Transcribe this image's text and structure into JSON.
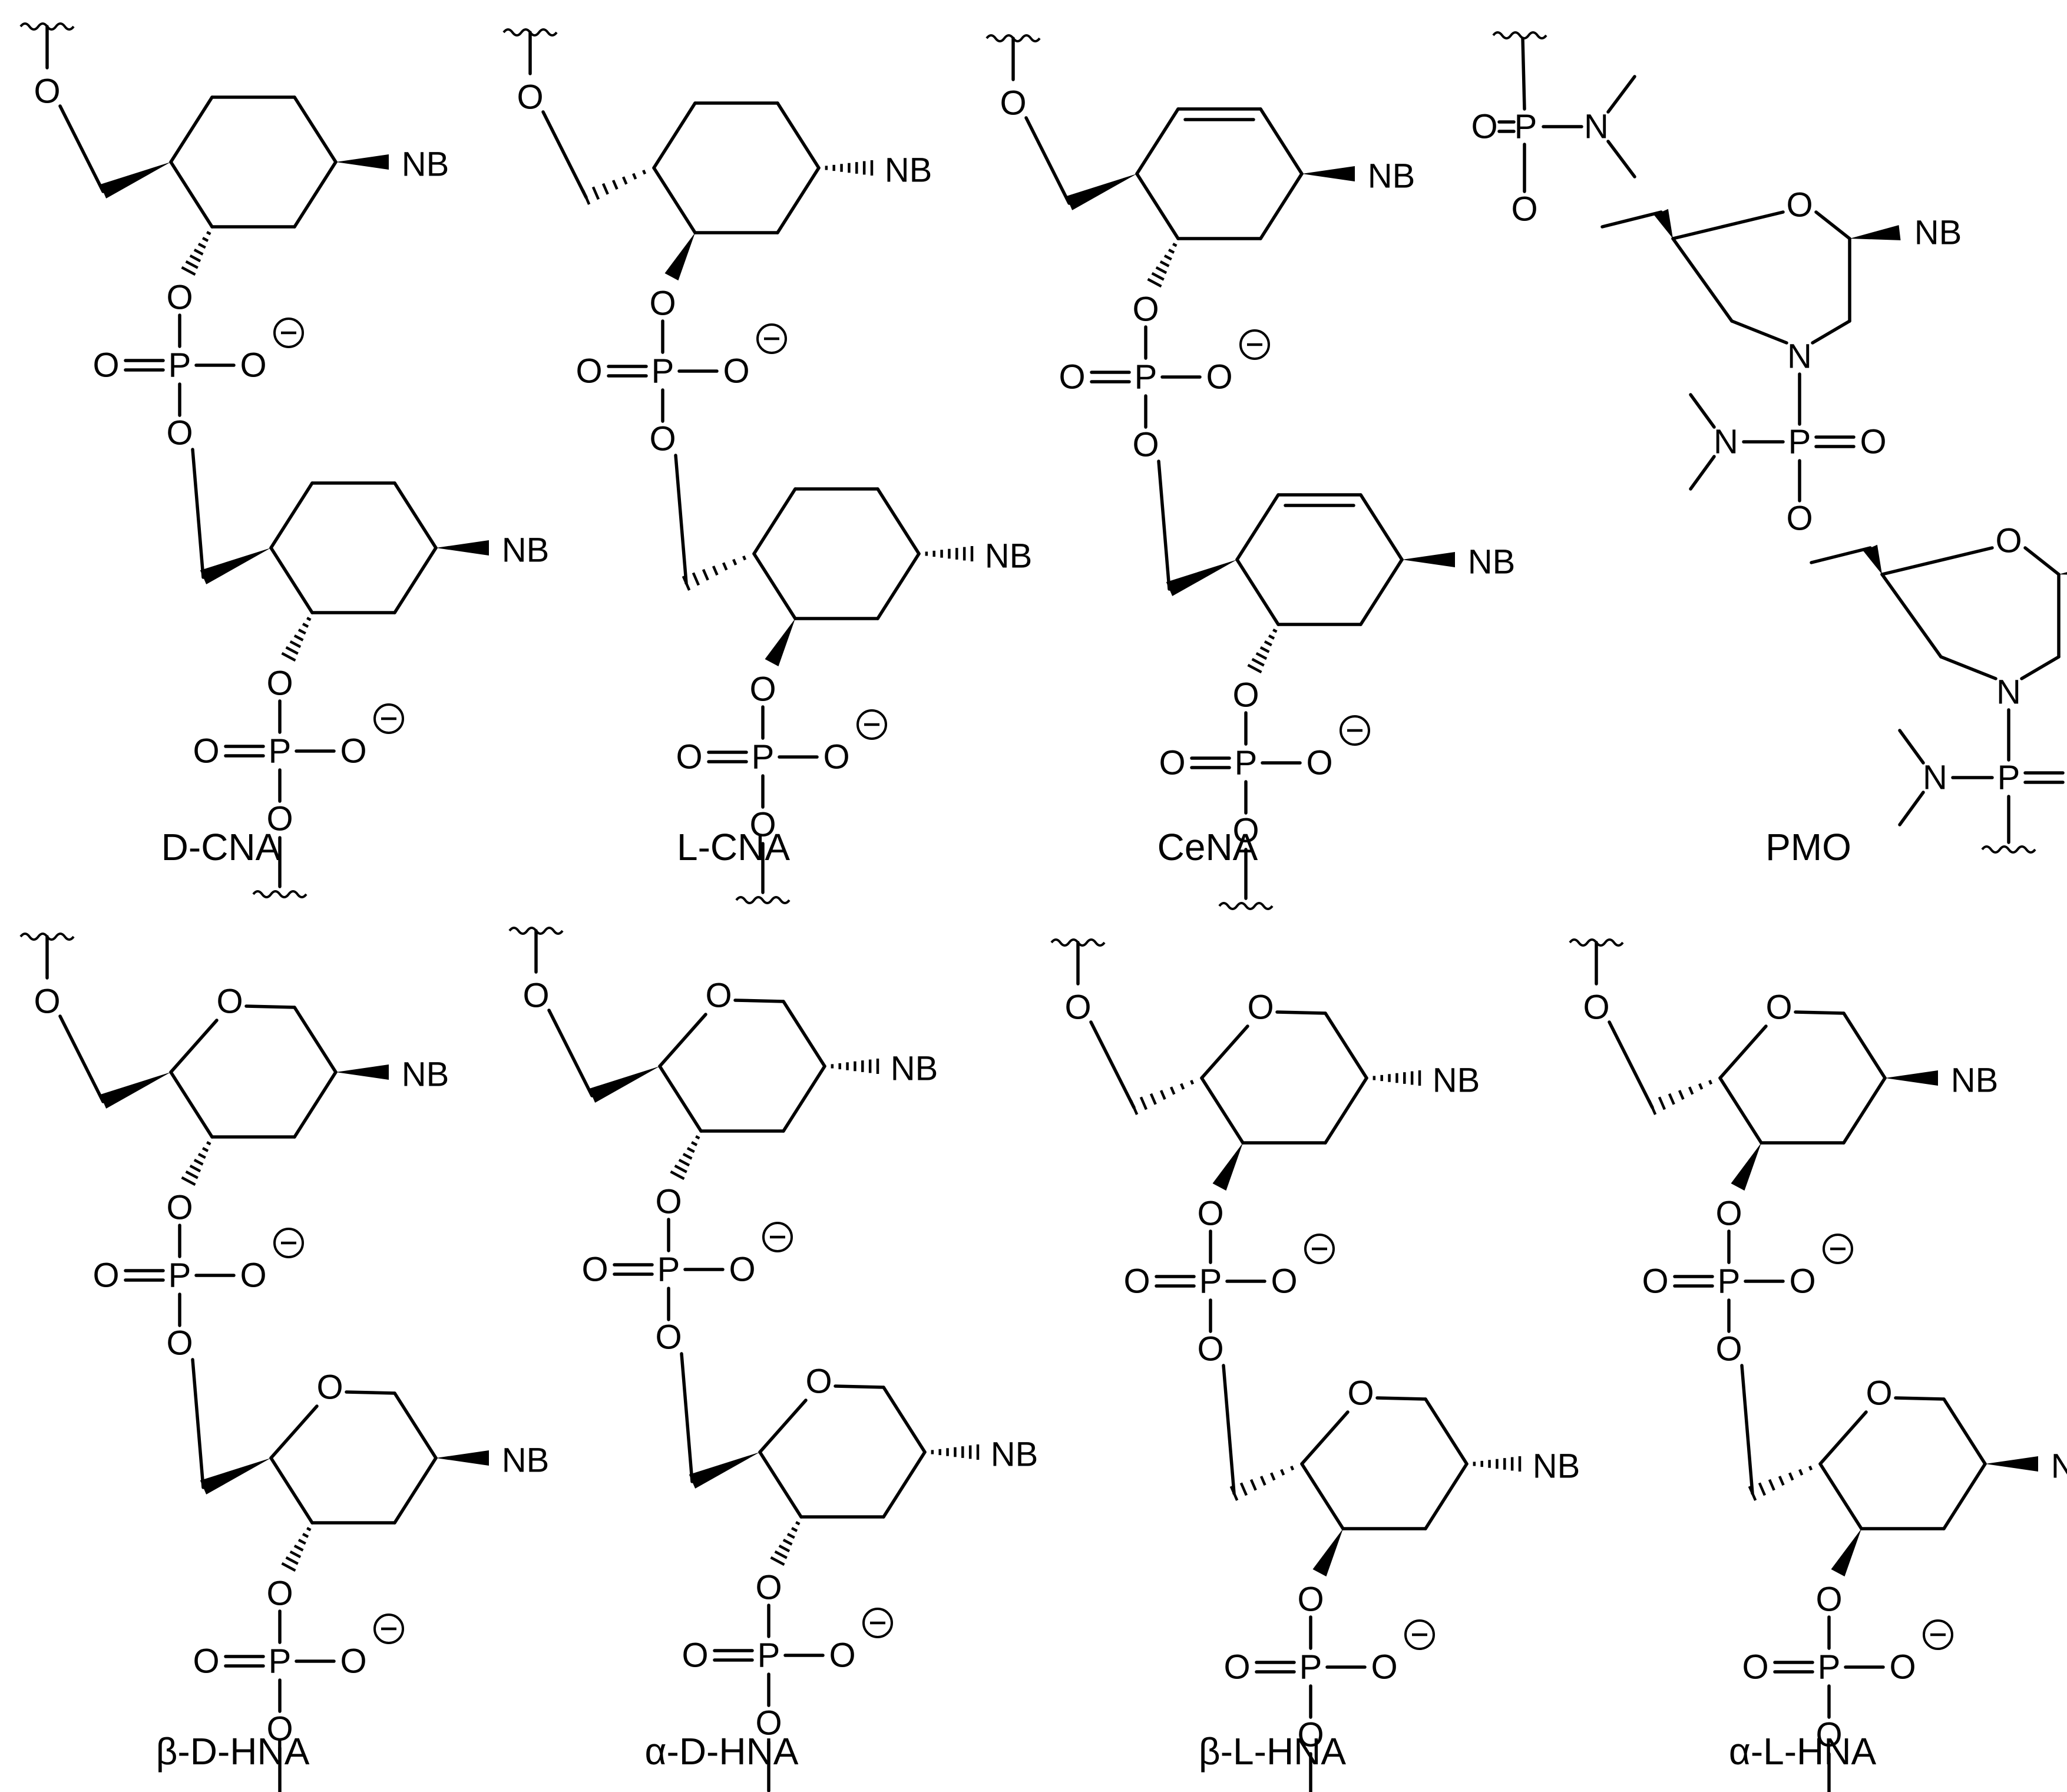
{
  "figure": {
    "structures": [
      {
        "id": "d-cna",
        "name": "D-CNA",
        "ring": "cyclohexane",
        "oxa": false,
        "ene": false,
        "c5": "wedge",
        "c4": "hash",
        "c1": "wedge"
      },
      {
        "id": "l-cna",
        "name": "L-CNA",
        "ring": "cyclohexane",
        "oxa": false,
        "ene": false,
        "c5": "hash",
        "c4": "wedge",
        "c1": "hash"
      },
      {
        "id": "cena",
        "name": "CeNA",
        "ring": "cyclohexene",
        "oxa": false,
        "ene": true,
        "c5": "wedge",
        "c4": "hash",
        "c1": "wedge"
      },
      {
        "id": "pmo",
        "name": "PMO",
        "ring": "morpholino"
      },
      {
        "id": "b-d-hna",
        "name": "β-D-HNA",
        "ring": "tetrahydropyran",
        "oxa": true,
        "ene": false,
        "c5": "wedge",
        "c4": "hash",
        "c1": "wedge"
      },
      {
        "id": "a-d-hna",
        "name": "α-D-HNA",
        "ring": "tetrahydropyran",
        "oxa": true,
        "ene": false,
        "c5": "wedge",
        "c4": "hash",
        "c1": "hash"
      },
      {
        "id": "b-l-hna",
        "name": "β-L-HNA",
        "ring": "tetrahydropyran",
        "oxa": true,
        "ene": false,
        "c5": "hash",
        "c4": "wedge",
        "c1": "hash"
      },
      {
        "id": "a-l-hna",
        "name": "α-L-HNA",
        "ring": "tetrahydropyran",
        "oxa": true,
        "ene": false,
        "c5": "hash",
        "c4": "wedge",
        "c1": "wedge"
      }
    ],
    "atoms": {
      "oxygen": "O",
      "phosphorus": "P",
      "nitrogen": "N",
      "nucleobase": "NB",
      "charge": "−"
    }
  }
}
